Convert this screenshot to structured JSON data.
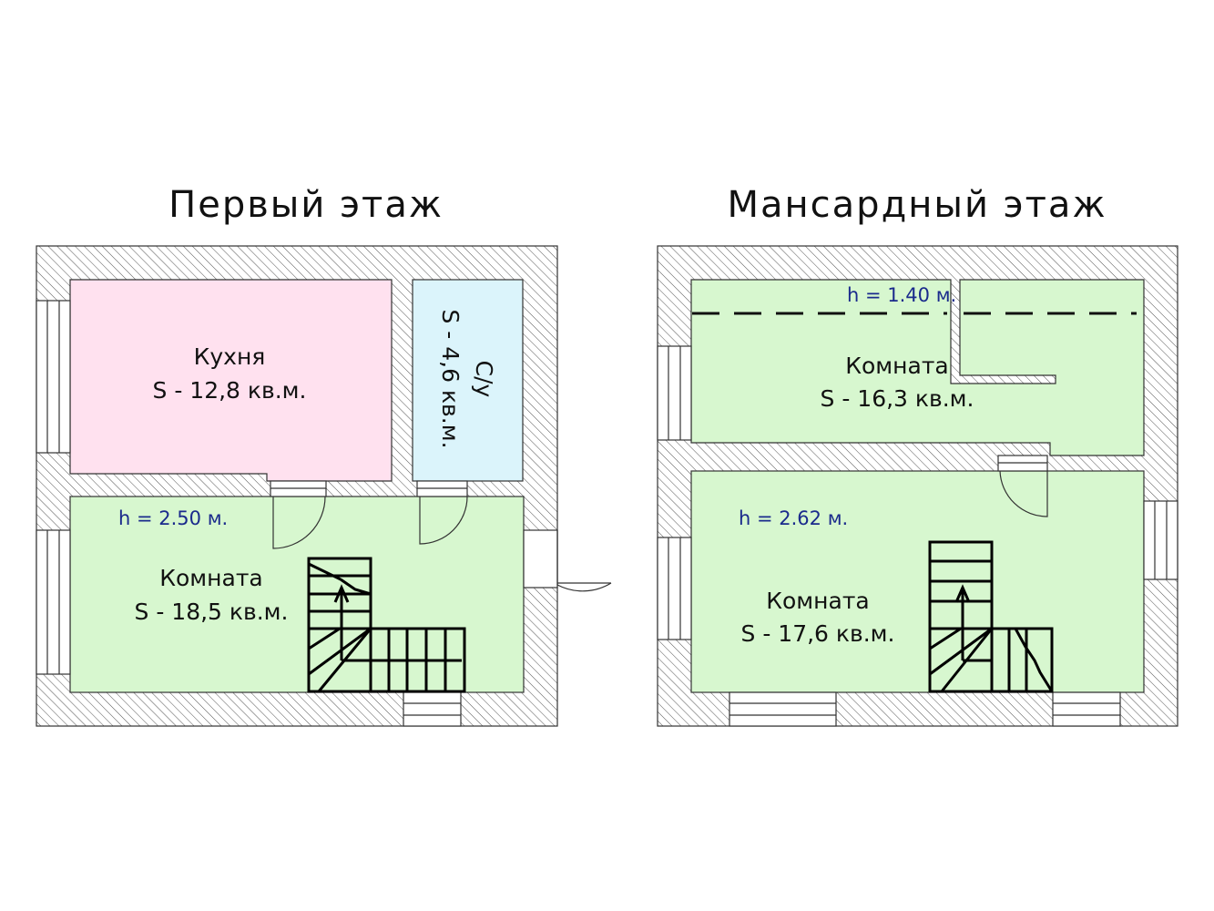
{
  "colors": {
    "kitchen": "#ffe1ef",
    "bathroom": "#dbf4fb",
    "room": "#d7f7cf",
    "height_text": "#1a2a8c"
  },
  "floor1": {
    "title": "Первый этаж",
    "kitchen": {
      "name": "Кухня",
      "area": "S - 12,8 кв.м."
    },
    "bathroom": {
      "name": "С/у",
      "area": "S - 4,6 кв.м."
    },
    "room": {
      "name": "Комната",
      "area": "S - 18,5 кв.м.",
      "height": "h = 2.50 м."
    }
  },
  "floor2": {
    "title": "Мансардный этаж",
    "room_top": {
      "name": "Комната",
      "area": "S - 16,3 кв.м.",
      "height": "h = 1.40 м."
    },
    "room_bottom": {
      "name": "Комната",
      "area": "S - 17,6 кв.м.",
      "height": "h = 2.62 м."
    }
  }
}
